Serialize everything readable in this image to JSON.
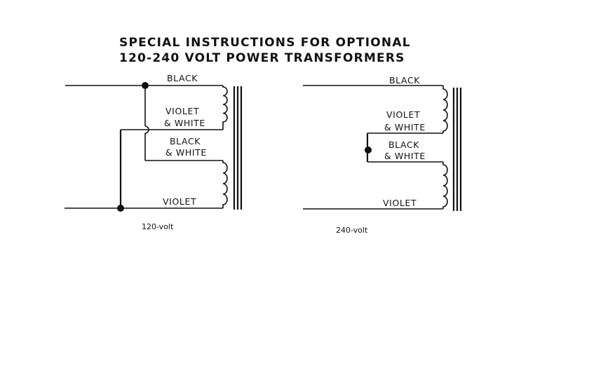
{
  "title": {
    "line1": "SPECIAL  INSTRUCTIONS  FOR  OPTIONAL",
    "line2": "120-240  VOLT  POWER  TRANSFORMERS"
  },
  "diagram_120": {
    "caption": "120-volt",
    "labels": {
      "black": "BLACK",
      "violet_white_1": "VIOLET",
      "violet_white_2": "& WHITE",
      "black_white_1": "BLACK",
      "black_white_2": "& WHITE",
      "violet": "VIOLET"
    }
  },
  "diagram_240": {
    "caption": "240-volt",
    "labels": {
      "black": "BLACK",
      "violet_white_1": "VIOLET",
      "violet_white_2": "& WHITE",
      "black_white_1": "BLACK",
      "black_white_2": "& WHITE",
      "violet": "VIOLET"
    }
  }
}
